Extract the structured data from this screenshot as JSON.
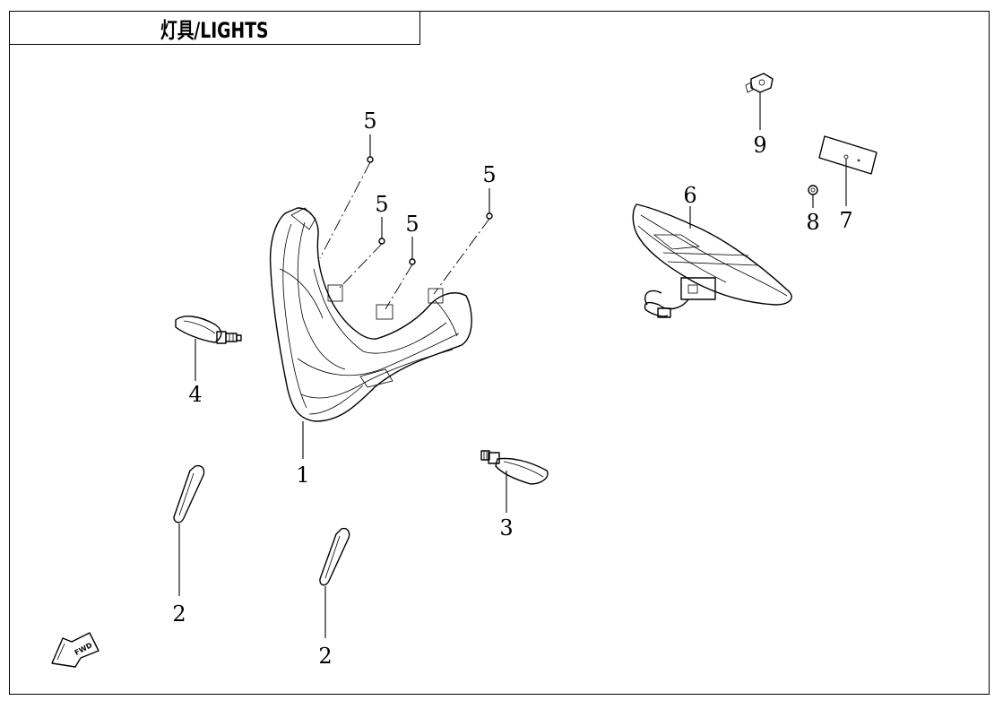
{
  "title": "灯具/LIGHTS",
  "callouts": {
    "headlight": "1",
    "side_reflector_left": "2",
    "side_reflector_right": "2",
    "turn_signal_right": "3",
    "turn_signal_left": "4",
    "screw_a": "5",
    "screw_b": "5",
    "screw_c": "5",
    "screw_d": "5",
    "tail_light": "6",
    "rear_reflector": "7",
    "nut": "8",
    "switch": "9"
  },
  "front_arrow": "FWD"
}
